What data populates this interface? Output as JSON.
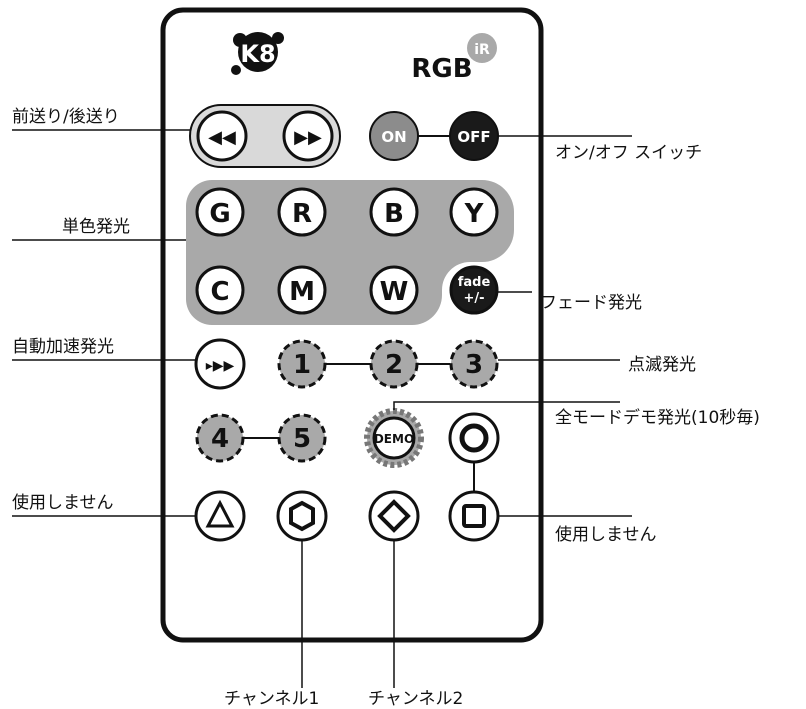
{
  "remote": {
    "logo_text": "K8",
    "brand": "RGB",
    "brand_superscript": "iR",
    "buttons": {
      "rewind": "◀◀",
      "forward": "▶▶",
      "on": "ON",
      "off": "OFF",
      "g": "G",
      "r": "R",
      "b": "B",
      "y": "Y",
      "c": "C",
      "m": "M",
      "w": "W",
      "fade_top": "fade",
      "fade_bottom": "+/-",
      "auto": "▸▶▶",
      "n1": "1",
      "n2": "2",
      "n3": "3",
      "n4": "4",
      "n5": "5",
      "demo": "DEMO"
    }
  },
  "labels": {
    "prev_next": "前送り/後送り",
    "on_off": "オン/オフ スイッチ",
    "single_color": "単色発光",
    "fade": "フェード発光",
    "auto_accel": "自動加速発光",
    "blink": "点滅発光",
    "demo_all": "全モードデモ発光(10秒毎)",
    "unused_left": "使用しません",
    "unused_right": "使用しません",
    "channel1": "チャンネル1",
    "channel2": "チャンネル2"
  },
  "colors": {
    "outline": "#111111",
    "gray_panel": "#a9a9a9",
    "button_fill": "#ffffff",
    "dark_button": "#1a1a1a",
    "on_button": "#8c8c8c"
  }
}
